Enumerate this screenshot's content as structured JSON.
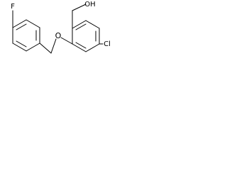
{
  "structure": {
    "labels": {
      "hydroxyl": "OH",
      "ether_oxygen": "O",
      "chlorine": "Cl",
      "fluorine": "F"
    },
    "colors": {
      "bonds": "#000000",
      "text": "#000000",
      "background": "#ffffff"
    }
  }
}
